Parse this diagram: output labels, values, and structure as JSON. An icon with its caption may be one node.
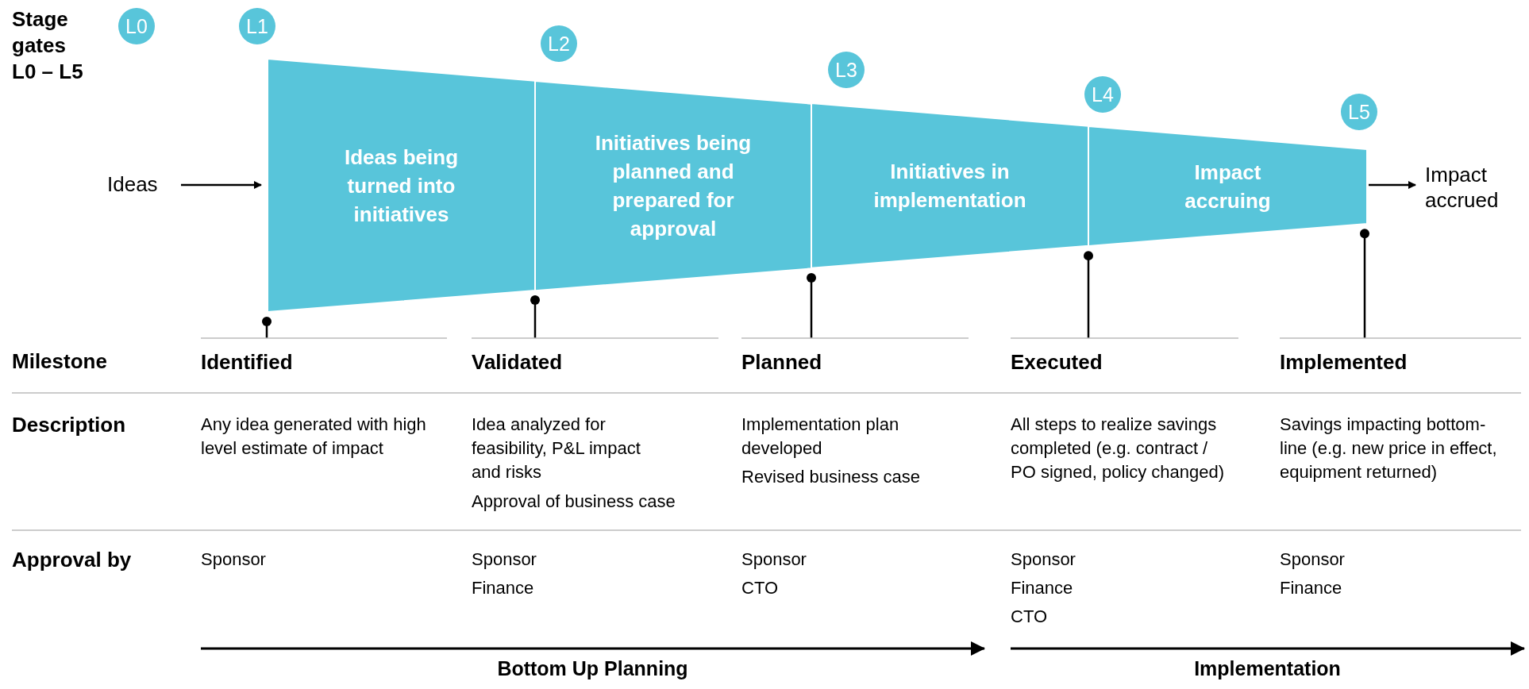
{
  "diagram": {
    "nodes": [
      {
        "text": [
          "Ideas"
        ]
      },
      {
        "text": [
          "Ideas being turned into initiatives"
        ]
      },
      {
        "text": [
          "Initiatives being planned and prepared for approval"
        ]
      },
      {
        "text": [
          "Initiatives in implementation"
        ]
      },
      {
        "text": [
          "Impact accruing"
        ]
      },
      {
        "text": [
          "Impact accrued"
        ]
      },
      {
        "text": [
          "Identified"
        ]
      },
      {
        "text": [
          "Validated"
        ]
      },
      {
        "text": [
          "Planned"
        ]
      },
      {
        "text": [
          "Executed"
        ]
      },
      {
        "text": [
          "Implemented"
        ]
      }
    ],
    "edges": [
      {
        "from": 0,
        "to": 1,
        "arrow": "to"
      },
      {
        "from": 4,
        "to": 5,
        "arrow": "to"
      },
      {
        "from": 1,
        "to": 6,
        "arrow": "other"
      },
      {
        "from": 2,
        "to": 7,
        "arrow": "other"
      },
      {
        "from": 3,
        "to": 8,
        "arrow": "other"
      },
      {
        "from": 4,
        "to": 9,
        "arrow": "other"
      },
      {
        "from": 4,
        "to": 10,
        "arrow": "other"
      }
    ],
    "labels": [
      "Stage gates L0 – L5",
      "L0",
      "L1",
      "L2",
      "L3",
      "L4",
      "L5",
      "Milestone",
      "Description",
      "Any idea generated with high level estimate of impact",
      "Idea analyzed for feasibility, P&L impact and risks",
      "Approval of business case",
      "Implementation plan developed",
      "Revised business case",
      "All steps to realize savings completed (e.g. contract / PO signed, policy changed)",
      "Savings impacting bottom-line (e.g. new price in effect, equipment returned)",
      "Approval by",
      "Sponsor",
      "Sponsor",
      "Finance",
      "Sponsor",
      "CTO",
      "Sponsor",
      "Finance",
      "CTO",
      "Sponsor",
      "Finance",
      "Bottom Up Planning",
      "Implementation"
    ]
  }
}
